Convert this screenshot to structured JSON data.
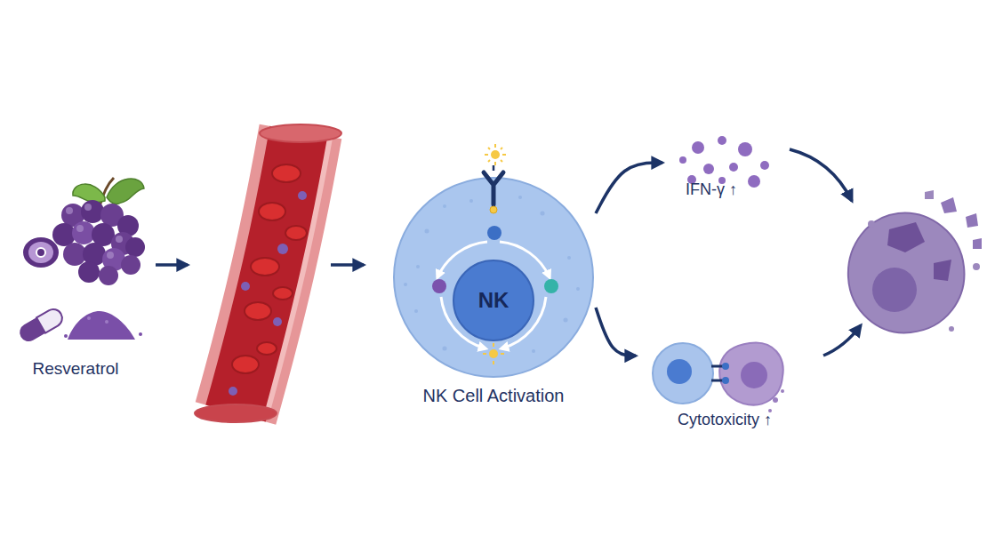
{
  "diagram": {
    "nodes": [
      {
        "text": [
          "Resveratrol"
        ]
      },
      {
        "text": [
          "NK Cell Activation"
        ]
      },
      {
        "text": [
          "NK"
        ],
        "in": 1
      },
      {
        "text": [
          "IFN-γ ↑"
        ]
      },
      {
        "text": [
          "Cytotoxicity ↑"
        ]
      }
    ],
    "edges": [
      {
        "from": 1,
        "to": 3,
        "arrow": "to"
      },
      {
        "from": 1,
        "to": 4,
        "arrow": "to"
      }
    ]
  }
}
